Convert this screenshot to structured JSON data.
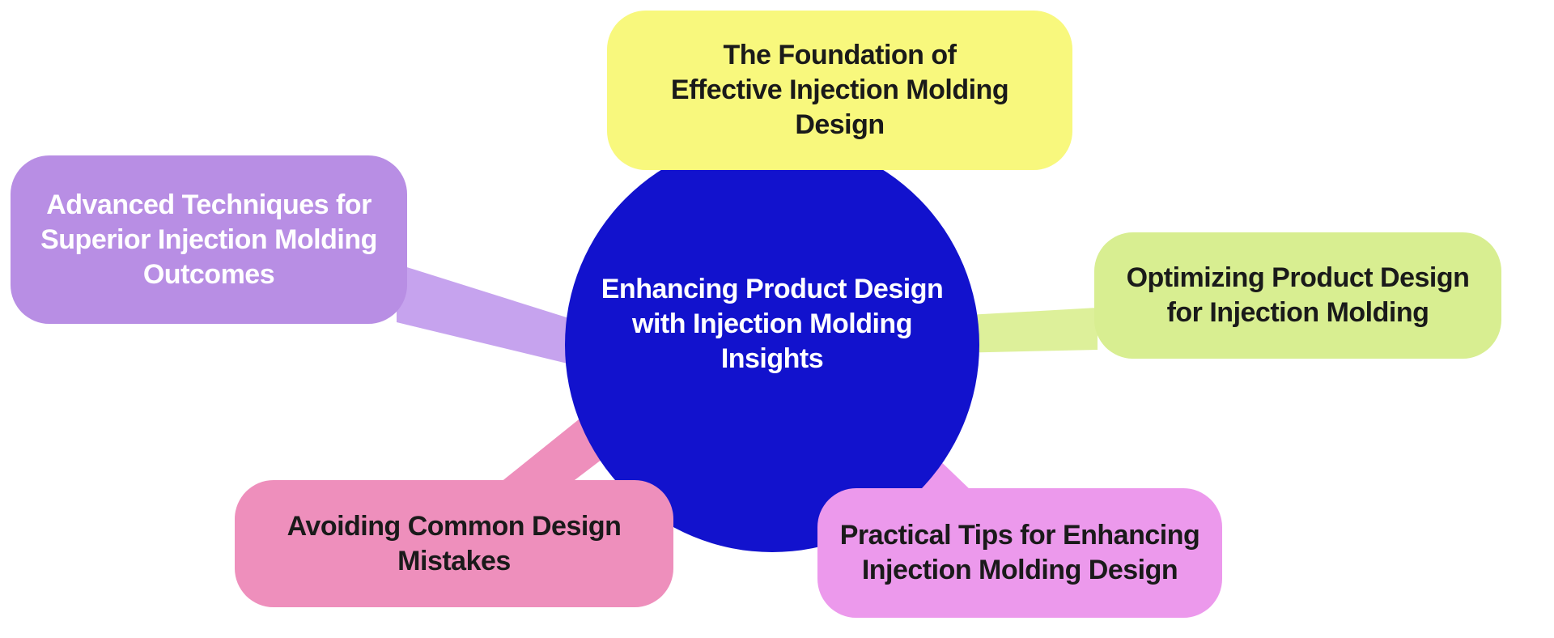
{
  "mindmap": {
    "root": {
      "label": "Enhancing Product Design\nwith Injection Molding\nInsights",
      "shape": "circle",
      "color": "#1212cd",
      "text_color": "#ffffff"
    },
    "branches": [
      {
        "id": "foundation",
        "label": "The Foundation of\nEffective Injection Molding\nDesign",
        "position": "top",
        "color": "#f8f87d",
        "text_color": "#1a1a1a",
        "connector_color": "none"
      },
      {
        "id": "advanced-techniques",
        "label": "Advanced Techniques for\nSuperior Injection Molding\nOutcomes",
        "position": "left",
        "color": "#b88ee4",
        "text_color": "#ffffff",
        "connector_color": "#c6a3ee"
      },
      {
        "id": "optimizing",
        "label": "Optimizing Product Design\nfor Injection Molding",
        "position": "right",
        "color": "#d8ee91",
        "text_color": "#1a1a1a",
        "connector_color": "#ddf09a"
      },
      {
        "id": "avoiding-mistakes",
        "label": "Avoiding Common Design\nMistakes",
        "position": "bottom-left",
        "color": "#ee8fbc",
        "text_color": "#1a1a1a",
        "connector_color": "#ee8fbc"
      },
      {
        "id": "practical-tips",
        "label": "Practical Tips for Enhancing\nInjection Molding Design",
        "position": "bottom-right",
        "color": "#ec99ec",
        "text_color": "#1a1a1a",
        "connector_color": "#ec99ec"
      }
    ]
  }
}
